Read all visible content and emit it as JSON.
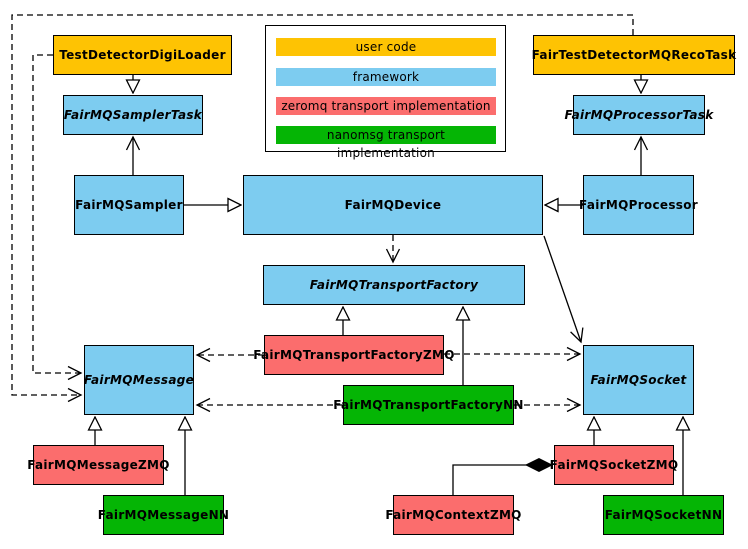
{
  "colors": {
    "user_code": "#FEC303",
    "framework": "#7DCCF0",
    "zeromq": "#FB6D6D",
    "nanomsg": "#05B505",
    "line": "#000000"
  },
  "legend": {
    "items": [
      {
        "label": "user code",
        "color": "#FEC303"
      },
      {
        "label": "framework",
        "color": "#7DCCF0"
      },
      {
        "label": "zeromq transport implementation",
        "color": "#FB6D6D"
      },
      {
        "label": "nanomsg transport implementation",
        "color": "#05B505"
      }
    ]
  },
  "nodes": {
    "digi_loader": {
      "label": "TestDetectorDigiLoader",
      "category": "user code",
      "abstract": false
    },
    "reco_task": {
      "label": "FairTestDetectorMQRecoTask",
      "category": "user code",
      "abstract": false
    },
    "sampler_task": {
      "label": "FairMQSamplerTask",
      "category": "framework",
      "abstract": true
    },
    "processor_task": {
      "label": "FairMQProcessorTask",
      "category": "framework",
      "abstract": true
    },
    "sampler": {
      "label": "FairMQSampler",
      "category": "framework",
      "abstract": false
    },
    "device": {
      "label": "FairMQDevice",
      "category": "framework",
      "abstract": false
    },
    "processor": {
      "label": "FairMQProcessor",
      "category": "framework",
      "abstract": false
    },
    "factory": {
      "label": "FairMQTransportFactory",
      "category": "framework",
      "abstract": true
    },
    "factory_zmq": {
      "label": "FairMQTransportFactoryZMQ",
      "category": "zeromq",
      "abstract": false
    },
    "factory_nn": {
      "label": "FairMQTransportFactoryNN",
      "category": "nanomsg",
      "abstract": false
    },
    "message": {
      "label": "FairMQMessage",
      "category": "framework",
      "abstract": true
    },
    "socket": {
      "label": "FairMQSocket",
      "category": "framework",
      "abstract": true
    },
    "message_zmq": {
      "label": "FairMQMessageZMQ",
      "category": "zeromq",
      "abstract": false
    },
    "message_nn": {
      "label": "FairMQMessageNN",
      "category": "nanomsg",
      "abstract": false
    },
    "socket_zmq": {
      "label": "FairMQSocketZMQ",
      "category": "zeromq",
      "abstract": false
    },
    "socket_nn": {
      "label": "FairMQSocketNN",
      "category": "nanomsg",
      "abstract": false
    },
    "context_zmq": {
      "label": "FairMQContextZMQ",
      "category": "zeromq",
      "abstract": false
    }
  },
  "edges": [
    {
      "from": "TestDetectorDigiLoader",
      "to": "FairMQSamplerTask",
      "type": "generalization",
      "style": "solid"
    },
    {
      "from": "FairTestDetectorMQRecoTask",
      "to": "FairMQProcessorTask",
      "type": "generalization",
      "style": "solid"
    },
    {
      "from": "FairMQSampler",
      "to": "FairMQSamplerTask",
      "type": "association",
      "style": "solid"
    },
    {
      "from": "FairMQProcessor",
      "to": "FairMQProcessorTask",
      "type": "association",
      "style": "solid"
    },
    {
      "from": "FairMQSampler",
      "to": "FairMQDevice",
      "type": "generalization",
      "style": "solid"
    },
    {
      "from": "FairMQProcessor",
      "to": "FairMQDevice",
      "type": "generalization",
      "style": "solid"
    },
    {
      "from": "FairMQDevice",
      "to": "FairMQTransportFactory",
      "type": "dependency",
      "style": "dashed"
    },
    {
      "from": "FairMQDevice",
      "to": "FairMQSocket",
      "type": "association",
      "style": "solid"
    },
    {
      "from": "FairMQTransportFactoryZMQ",
      "to": "FairMQTransportFactory",
      "type": "generalization",
      "style": "solid"
    },
    {
      "from": "FairMQTransportFactoryNN",
      "to": "FairMQTransportFactory",
      "type": "generalization",
      "style": "solid"
    },
    {
      "from": "FairMQTransportFactoryZMQ",
      "to": "FairMQMessage",
      "type": "dependency",
      "style": "dashed"
    },
    {
      "from": "FairMQTransportFactoryZMQ",
      "to": "FairMQSocket",
      "type": "dependency",
      "style": "dashed"
    },
    {
      "from": "FairMQTransportFactoryNN",
      "to": "FairMQMessage",
      "type": "dependency",
      "style": "dashed"
    },
    {
      "from": "FairMQTransportFactoryNN",
      "to": "FairMQSocket",
      "type": "dependency",
      "style": "dashed"
    },
    {
      "from": "TestDetectorDigiLoader",
      "to": "FairMQMessage",
      "type": "dependency",
      "style": "dashed"
    },
    {
      "from": "FairTestDetectorMQRecoTask",
      "to": "FairMQMessage",
      "type": "dependency",
      "style": "dashed"
    },
    {
      "from": "FairMQMessageZMQ",
      "to": "FairMQMessage",
      "type": "generalization",
      "style": "solid"
    },
    {
      "from": "FairMQMessageNN",
      "to": "FairMQMessage",
      "type": "generalization",
      "style": "solid"
    },
    {
      "from": "FairMQSocketZMQ",
      "to": "FairMQSocket",
      "type": "generalization",
      "style": "solid"
    },
    {
      "from": "FairMQSocketNN",
      "to": "FairMQSocket",
      "type": "generalization",
      "style": "solid"
    },
    {
      "from": "FairMQContextZMQ",
      "to": "FairMQSocketZMQ",
      "type": "composition",
      "style": "solid"
    }
  ]
}
